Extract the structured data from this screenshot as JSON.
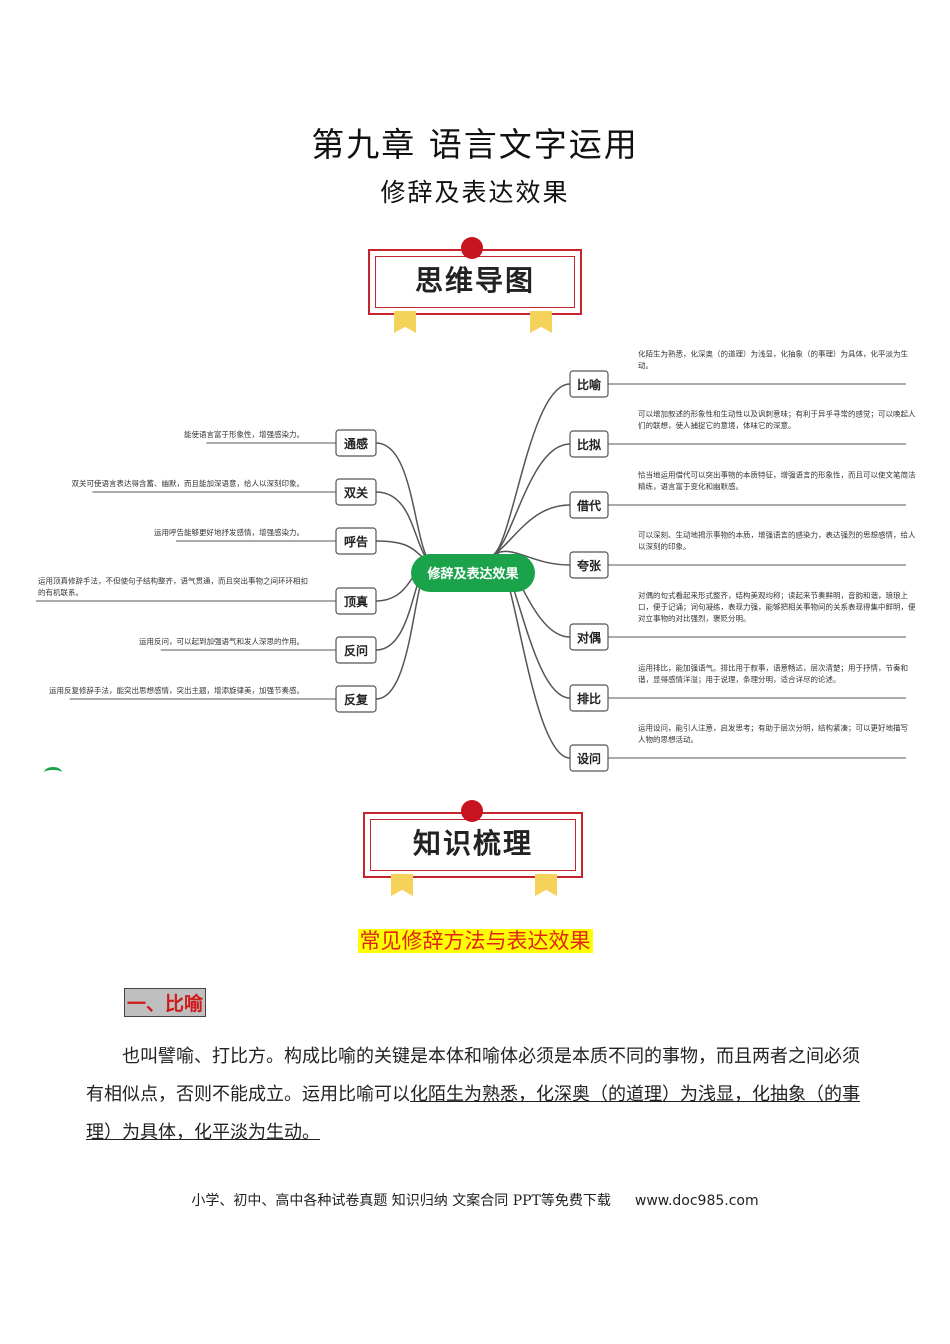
{
  "header": {
    "chapter_title": "第九章 语言文字运用",
    "sub_title": "修辞及表达效果"
  },
  "banners": {
    "mindmap": "思维导图",
    "knowledge": "知识梳理"
  },
  "mindmap": {
    "center": "修辞及表达效果",
    "right": [
      {
        "label": "比喻",
        "desc": [
          "化陌生为熟悉，化深奥（的道理）为浅显，化抽象（的事理）为具体，化平淡为生",
          "动。"
        ]
      },
      {
        "label": "比拟",
        "desc": [
          "可以增加叙述的形象性和生动性以及讽刺意味；有利于异乎寻常的感觉；可以唤起人",
          "们的联想，使人捕捉它的意境，体味它的深意。"
        ]
      },
      {
        "label": "借代",
        "desc": [
          "恰当地运用借代可以突出事物的本质特征，增强语言的形象性，而且可以使文笔简洁",
          "精练，语言富于变化和幽默感。"
        ]
      },
      {
        "label": "夸张",
        "desc": [
          "可以深刻、生动地揭示事物的本质，增强语言的感染力，表达强烈的思想感情，给人",
          "以深刻的印象。"
        ]
      },
      {
        "label": "对偶",
        "desc": [
          "对偶的句式看起来形式整齐，结构美观均称；读起来节奏鲜明，音韵和谐，琅琅上",
          "口，便于记诵；词句凝练，表现力强，能够把相关事物间的关系表现得集中鲜明，便",
          "对立事物的对比强烈，褒贬分明。"
        ]
      },
      {
        "label": "排比",
        "desc": [
          "运用排比，能加强语气。排比用于叙事，语意畅达，层次清楚；用于抒情，节奏和",
          "谐，显得感情洋溢；用于说理，条理分明，适合详尽的论述。"
        ]
      },
      {
        "label": "设问",
        "desc": [
          "运用设问，能引人注意，启发思考；有助于层次分明，结构紧凑；可以更好地描写",
          "人物的思想活动。"
        ]
      }
    ],
    "left": [
      {
        "label": "通感",
        "desc": [
          "能使语言富于形象性，增强感染力。"
        ]
      },
      {
        "label": "双关",
        "desc": [
          "双关可使语言表达得含蓄、幽默，而且能加深语意，给人以深刻印象。"
        ]
      },
      {
        "label": "呼告",
        "desc": [
          "运用呼告能够更好地抒发感情，增强感染力。"
        ]
      },
      {
        "label": "顶真",
        "desc": [
          "运用顶真修辞手法，不但使句子结构整齐，语气贯通，而且突出事物之间环环相扣",
          "的有机联系。"
        ]
      },
      {
        "label": "反问",
        "desc": [
          "运用反问，可以起到加强语气和发人深思的作用。"
        ]
      },
      {
        "label": "反复",
        "desc": [
          "运用反复修辞手法，能突出思想感情，突出主题，增添旋律美，加强节奏感。"
        ]
      }
    ]
  },
  "section": {
    "heading": "常见修辞方法与表达效果",
    "sub_heading": "一、比喻",
    "para_part1": "也叫譬喻、打比方。构成比喻的关键是本体和喻体必须是本质不同的事物，而且两者之间必须有相似点，否则不能成立。运用比喻可以",
    "para_underlined": "化陌生为熟悉，化深奥（的道理）为浅显，化抽象（的事理）为具体，化平淡为生动。"
  },
  "footer": {
    "text": "小学、初中、高中各种试卷真题 知识归纳 文案合同 PPT等免费下载",
    "site": "www.doc985.com"
  },
  "colors": {
    "accent_red": "#c8242b",
    "center_green": "#1aa34a",
    "ribbon_yellow": "#f5d25a"
  }
}
